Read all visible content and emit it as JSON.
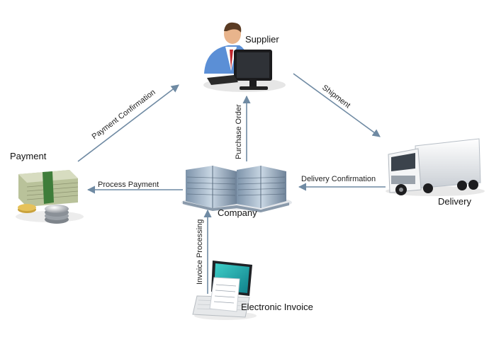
{
  "nodes": {
    "supplier": {
      "label": "Supplier"
    },
    "company": {
      "label": "Company"
    },
    "payment": {
      "label": "Payment"
    },
    "delivery": {
      "label": "Delivery"
    },
    "electronic_invoice": {
      "label": "Electronic Invoice"
    }
  },
  "edges": {
    "payment_confirmation": {
      "label": "Payment Confirmation",
      "from": "payment",
      "to": "supplier"
    },
    "shipment": {
      "label": "Shipment",
      "from": "supplier",
      "to": "delivery"
    },
    "purchase_order": {
      "label": "Purchase Order",
      "from": "company",
      "to": "supplier"
    },
    "process_payment": {
      "label": "Process Payment",
      "from": "company",
      "to": "payment"
    },
    "delivery_confirmation": {
      "label": "Delivery Confirmation",
      "from": "delivery",
      "to": "company"
    },
    "invoice_processing": {
      "label": "Invoice Processing",
      "from": "electronic_invoice",
      "to": "company"
    }
  },
  "colors": {
    "arrow": "#6f8aa3",
    "edge_text": "#222222",
    "node_text": "#111111"
  }
}
